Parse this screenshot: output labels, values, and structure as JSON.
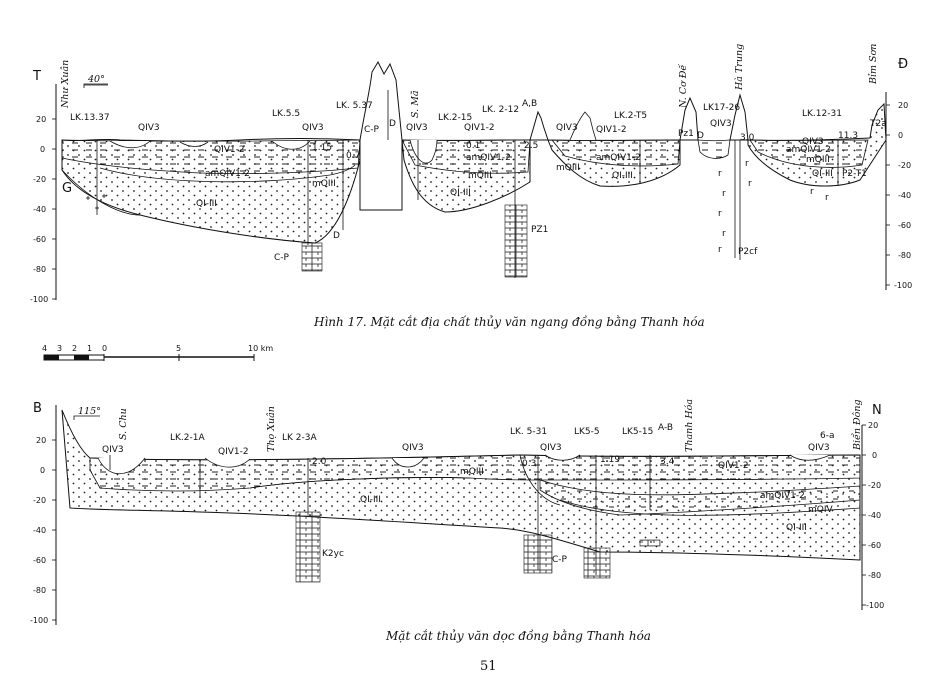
{
  "section1": {
    "caption": "Hình 17. Mặt cắt địa chất thủy văn ngang đồng bằng Thanh hóa",
    "left_dir": "T",
    "right_dir": "Đ",
    "angle": "40°",
    "scale_left": [
      "20",
      "0",
      "-20",
      "-40",
      "-60",
      "-80",
      "-100"
    ],
    "scale_right": [
      "20",
      "0",
      "-20",
      "-40",
      "-60",
      "-80",
      "-100"
    ],
    "places": [
      "Như Xuân",
      "S. Mã",
      "N. Cơ Đế",
      "Hà Trung",
      "Bỉm Sơn"
    ],
    "wells": [
      "LK.13.37",
      "LK.5.5",
      "LK. 5.37",
      "LK.2-15",
      "LK. 2-12",
      "A,B",
      "LK.2-T5",
      "LK17-26",
      "LK.12-31"
    ],
    "units": [
      "QIV3",
      "QIV1-2",
      "amQIV1-2",
      "mQIII",
      "QI-III",
      "C-P",
      "D",
      "PZ1",
      "P2cf",
      "P2-T1",
      "T2a",
      "G",
      "Pz1"
    ],
    "values": [
      "1.15",
      "0.7",
      "0.1",
      "2.5",
      "3.0",
      "11.3"
    ]
  },
  "section2": {
    "caption": "Mặt cắt thủy văn dọc đồng bằng Thanh hóa",
    "left_dir": "B",
    "right_dir": "N",
    "angle": "115°",
    "scale_left": [
      "20",
      "0",
      "-20",
      "-40",
      "-60",
      "-80",
      "-100"
    ],
    "scale_right": [
      "20",
      "0",
      "-20",
      "-40",
      "-60",
      "-80",
      "-100"
    ],
    "places": [
      "S. Chu",
      "Thọ Xuân",
      "Thanh Hóa",
      "Biển Đông"
    ],
    "wells": [
      "LK.2-1A",
      "LK 2-3A",
      "LK. 5-31",
      "LK5-5",
      "LK5-15",
      "A-B",
      "6-a"
    ],
    "units": [
      "QIV3",
      "QIV1-2",
      "mQIII",
      "QI-III",
      "amQIV1-2",
      "mQIV",
      "K2yc",
      "C-P"
    ],
    "values": [
      "2.0",
      "0.3",
      "1.19",
      "3.4"
    ]
  },
  "scalebar": {
    "ticks": [
      "4",
      "3",
      "2",
      "1",
      "0",
      "5",
      "10 km"
    ]
  },
  "page_number": "51"
}
